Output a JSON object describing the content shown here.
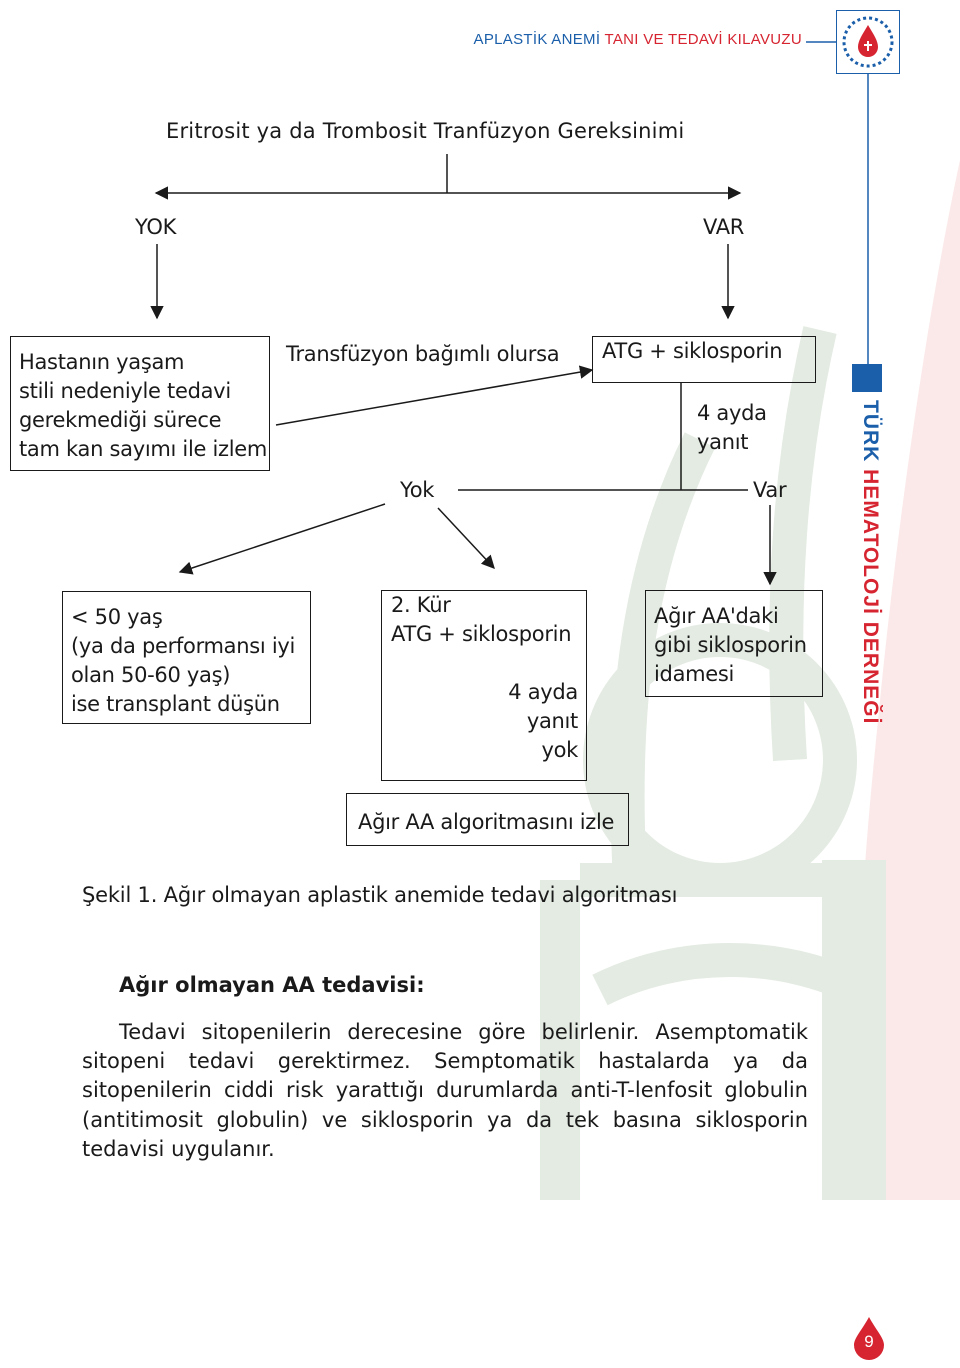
{
  "header": {
    "title_part1": "APLASTİK ANEMİ ",
    "title_part2": "TANI VE TEDAVİ KILAVUZU"
  },
  "vertical_brand": {
    "part1": "TÜRK ",
    "part2": "HEMATOLOJİ DERNEĞİ"
  },
  "flowchart": {
    "top": "Eritrosit ya da Trombosit Tranfüzyon Gereksinimi",
    "yok": "YOK",
    "var": "VAR",
    "monitor_box": [
      "Hastanın yaşam",
      "stili nedeniyle tedavi",
      "gerekmediği sürece",
      "tam kan sayımı ile izlem"
    ],
    "transfusion_dependent": "Transfüzyon bağımlı olursa",
    "atg_box": "ATG + siklosporin",
    "response_4m": [
      "4 ayda",
      "yanıt"
    ],
    "yok_small": "Yok",
    "var_small": "Var",
    "transplant_box": [
      "< 50 yaş",
      "(ya da performansı iyi",
      "olan 50-60 yaş)",
      "ise transplant düşün"
    ],
    "second_course_box": {
      "line1": "2. Kür",
      "line2": "ATG + siklosporin",
      "line3": "4 ayda",
      "line4": "yanıt",
      "line5": "yok"
    },
    "continue_box": [
      "Ağır AA'daki",
      "gibi siklosporin",
      "idamesi"
    ],
    "severe_algorithm_box": "Ağır AA algoritmasını izle"
  },
  "caption": "Şekil 1. Ağır olmayan aplastik anemide tedavi algoritması",
  "section_title": "Ağır olmayan AA tedavisi:",
  "paragraph": "Tedavi sitopenilerin derecesine göre belirlenir. Asemptomatik sitopeni tedavi gerektirmez. Semptomatik hastalarda ya da sitopenilerin ciddi risk yarattığı durumlarda anti-T-lenfosit globulin (antitimosit globulin) ve siklosporin ya da tek basına siklosporin tedavisi uygulanır.",
  "page_number": "9",
  "colors": {
    "brand_blue": "#1b5faa",
    "brand_red": "#d62531",
    "watermark_green": "#e3ebe2",
    "watermark_pink": "#fbe9ea"
  }
}
